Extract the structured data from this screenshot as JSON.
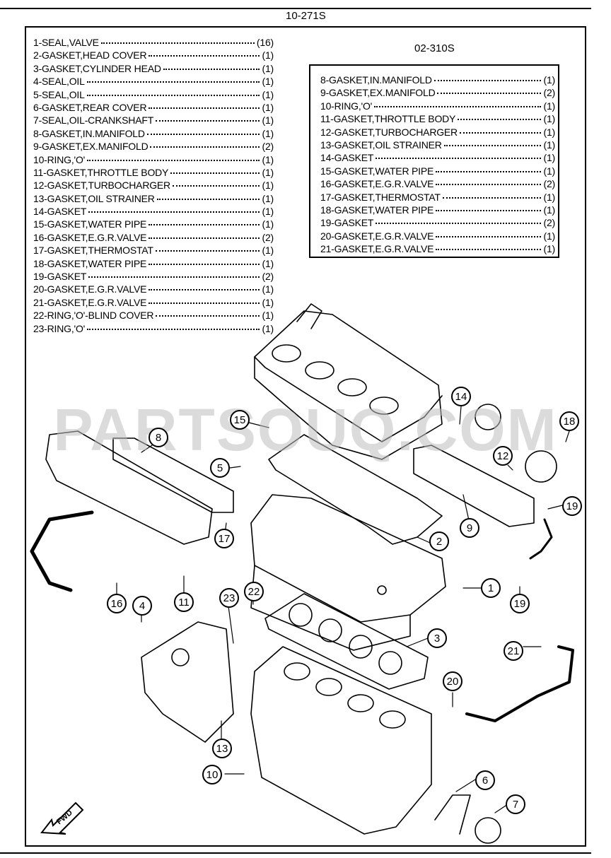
{
  "header": {
    "part_code": "10-271S"
  },
  "watermark": "PARTSOUQ.COM",
  "main_list": [
    {
      "name": "1-SEAL,VALVE",
      "qty": "(16)"
    },
    {
      "name": "2-GASKET,HEAD COVER",
      "qty": "(1)"
    },
    {
      "name": "3-GASKET,CYLINDER HEAD",
      "qty": "(1)"
    },
    {
      "name": "4-SEAL,OIL",
      "qty": "(1)"
    },
    {
      "name": "5-SEAL,OIL",
      "qty": "(1)"
    },
    {
      "name": "6-GASKET,REAR COVER",
      "qty": "(1)"
    },
    {
      "name": "7-SEAL,OIL-CRANKSHAFT",
      "qty": "(1)"
    },
    {
      "name": "8-GASKET,IN.MANIFOLD",
      "qty": "(1)"
    },
    {
      "name": "9-GASKET,EX.MANIFOLD",
      "qty": "(2)"
    },
    {
      "name": "10-RING,'O'",
      "qty": "(1)"
    },
    {
      "name": "11-GASKET,THROTTLE BODY",
      "qty": "(1)"
    },
    {
      "name": "12-GASKET,TURBOCHARGER",
      "qty": "(1)"
    },
    {
      "name": "13-GASKET,OIL STRAINER",
      "qty": "(1)"
    },
    {
      "name": "14-GASKET",
      "qty": "(1)"
    },
    {
      "name": "15-GASKET,WATER PIPE",
      "qty": "(1)"
    },
    {
      "name": "16-GASKET,E.G.R.VALVE",
      "qty": "(2)"
    },
    {
      "name": "17-GASKET,THERMOSTAT",
      "qty": "(1)"
    },
    {
      "name": "18-GASKET,WATER PIPE",
      "qty": "(1)"
    },
    {
      "name": "19-GASKET",
      "qty": "(2)"
    },
    {
      "name": "20-GASKET,E.G.R.VALVE",
      "qty": "(1)"
    },
    {
      "name": "21-GASKET,E.G.R.VALVE",
      "qty": "(1)"
    },
    {
      "name": "22-RING,'O'-BLIND COVER",
      "qty": "(1)"
    },
    {
      "name": "23-RING,'O'",
      "qty": "(1)"
    }
  ],
  "sub_kit": {
    "part_code": "02-310S",
    "items": [
      {
        "name": "8-GASKET,IN.MANIFOLD",
        "qty": "(1)"
      },
      {
        "name": "9-GASKET,EX.MANIFOLD",
        "qty": "(2)"
      },
      {
        "name": "10-RING,'O'",
        "qty": "(1)"
      },
      {
        "name": "11-GASKET,THROTTLE BODY",
        "qty": "(1)"
      },
      {
        "name": "12-GASKET,TURBOCHARGER",
        "qty": "(1)"
      },
      {
        "name": "13-GASKET,OIL STRAINER",
        "qty": "(1)"
      },
      {
        "name": "14-GASKET",
        "qty": "(1)"
      },
      {
        "name": "15-GASKET,WATER PIPE",
        "qty": "(1)"
      },
      {
        "name": "16-GASKET,E.G.R.VALVE",
        "qty": "(2)"
      },
      {
        "name": "17-GASKET,THERMOSTAT",
        "qty": "(1)"
      },
      {
        "name": "18-GASKET,WATER PIPE",
        "qty": "(1)"
      },
      {
        "name": "19-GASKET",
        "qty": "(2)"
      },
      {
        "name": "20-GASKET,E.G.R.VALVE",
        "qty": "(1)"
      },
      {
        "name": "21-GASKET,E.G.R.VALVE",
        "qty": "(1)"
      }
    ]
  },
  "callouts": [
    "1",
    "2",
    "3",
    "4",
    "5",
    "6",
    "7",
    "8",
    "9",
    "10",
    "11",
    "12",
    "13",
    "14",
    "15",
    "16",
    "17",
    "18",
    "19",
    "19",
    "20",
    "21",
    "22",
    "23"
  ],
  "fwd_label": "FWD"
}
